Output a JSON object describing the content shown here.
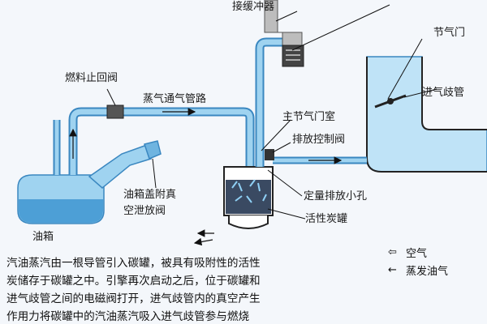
{
  "labels": {
    "connector": "接缓冲器",
    "top_partial": "",
    "throttle": "节气门",
    "intake_manifold": "进气歧管",
    "fuel_check_valve": "燃料止回阀",
    "vapor_line": "蒸气通气管路",
    "main_throttle_chamber": "主节气门室",
    "purge_valve": "排放控制阀",
    "fuel_cap_valve_line1": "油箱盖附真",
    "fuel_cap_valve_line2": "空泄放阀",
    "fixed_orifice": "定量排放小孔",
    "fuel_tank": "油箱",
    "canister": "活性炭罐"
  },
  "legend": {
    "air": "空气",
    "vapor": "蒸发油气"
  },
  "caption": {
    "line1": "汽油蒸汽由一根导管引入碳罐，被具有吸附性的活性",
    "line2": "炭储存于碳罐之中。引擎再次启动之后，位于碳罐和",
    "line3": "进气歧管之间的电磁阀打开，进气歧管内的真空产生",
    "line4": "作用力将碳罐中的汽油蒸汽吸入进气歧管参与燃烧"
  },
  "colors": {
    "pipe": "#9fd3f0",
    "pipe_edge": "#3a87c0",
    "fluid": "#4d9fd6",
    "manifold": "#bfe3f7"
  }
}
